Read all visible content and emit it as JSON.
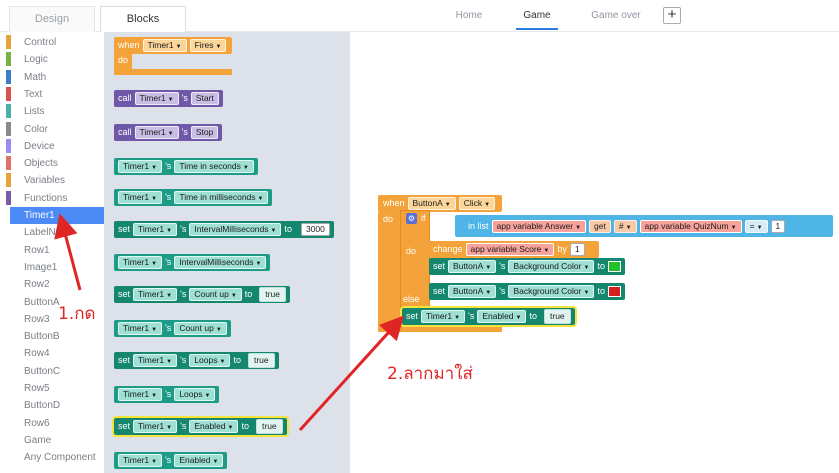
{
  "tabs": {
    "design": "Design",
    "blocks": "Blocks"
  },
  "screens": {
    "home": "Home",
    "game": "Game",
    "over": "Game over",
    "add": "+"
  },
  "categories": [
    {
      "label": "Control",
      "color": "#e8a23c"
    },
    {
      "label": "Logic",
      "color": "#78b244"
    },
    {
      "label": "Math",
      "color": "#3e7cc5"
    },
    {
      "label": "Text",
      "color": "#d9534f"
    },
    {
      "label": "Lists",
      "color": "#4cafa8"
    },
    {
      "label": "Color",
      "color": "#8a8a8a"
    },
    {
      "label": "Device",
      "color": "#9a8cf0"
    },
    {
      "label": "Objects",
      "color": "#e0716b"
    },
    {
      "label": "Variables",
      "color": "#e8a23c"
    },
    {
      "label": "Functions",
      "color": "#7a5ba8"
    },
    {
      "label": "Timer1",
      "color": ""
    },
    {
      "label": "LabelNum",
      "color": ""
    },
    {
      "label": "Row1",
      "color": ""
    },
    {
      "label": "Image1",
      "color": ""
    },
    {
      "label": "Row2",
      "color": ""
    },
    {
      "label": "ButtonA",
      "color": ""
    },
    {
      "label": "Row3",
      "color": ""
    },
    {
      "label": "ButtonB",
      "color": ""
    },
    {
      "label": "Row4",
      "color": ""
    },
    {
      "label": "ButtonC",
      "color": ""
    },
    {
      "label": "Row5",
      "color": ""
    },
    {
      "label": "ButtonD",
      "color": ""
    },
    {
      "label": "Row6",
      "color": ""
    },
    {
      "label": "Game",
      "color": ""
    },
    {
      "label": "Any Component",
      "color": ""
    }
  ],
  "flyout": {
    "when": "when",
    "do": "do",
    "component": "Timer1",
    "fires": "Fires",
    "call": "call",
    "s": "'s",
    "start": "Start",
    "stop": "Stop",
    "set": "set",
    "to": "to",
    "time_s": "Time in seconds",
    "time_ms": "Time in milliseconds",
    "interval_ms": "IntervalMilliseconds",
    "interval_val": "3000",
    "count_up": "Count up",
    "true": "true",
    "loops": "Loops",
    "enabled": "Enabled"
  },
  "workspace": {
    "when": "when",
    "button": "ButtonA",
    "click": "Click",
    "do": "do",
    "if": "if",
    "in_list": "in list",
    "answer": "app variable Answer",
    "get": "get",
    "hash": "#",
    "quiznum": "app variable QuizNum",
    "eq": "=",
    "one": "1",
    "change": "change",
    "score": "app variable Score",
    "by": "by",
    "inc": "1",
    "set": "set",
    "s": "'s",
    "bg": "Background Color",
    "to": "to",
    "else": "else",
    "timer": "Timer1",
    "enabled": "Enabled",
    "true": "true",
    "green": "#22c02a",
    "red": "#d61f1f"
  },
  "annotations": {
    "step1": "1.กด",
    "step2": "2.ลากมาใส่"
  }
}
